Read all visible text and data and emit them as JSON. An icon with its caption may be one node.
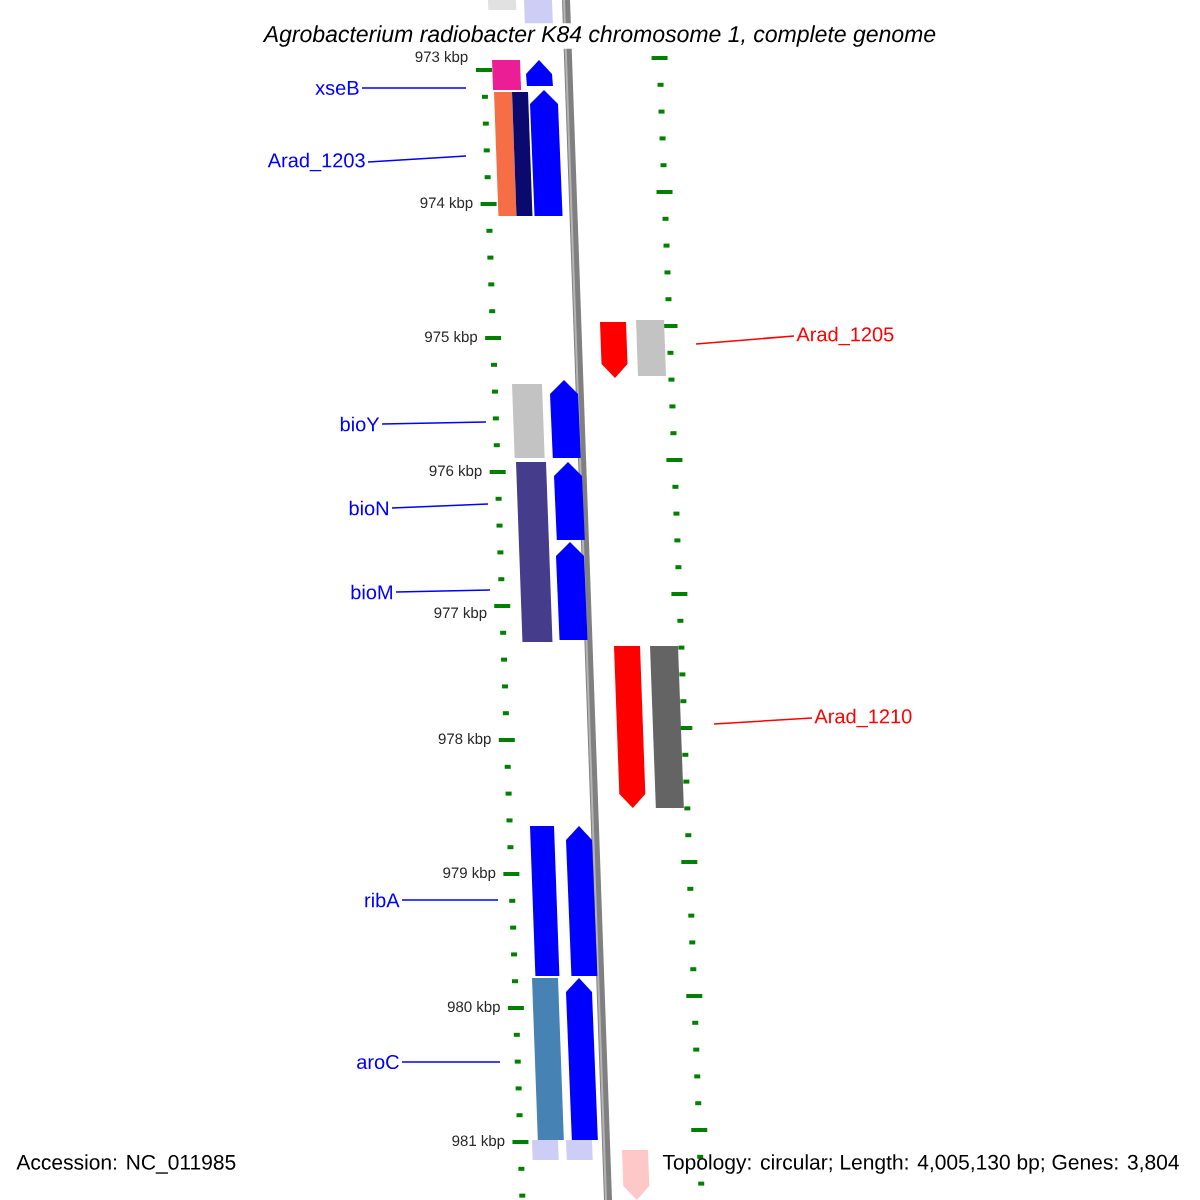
{
  "diagram": {
    "title": "*Agrobacterium radiobacter K84 chromosome 1, complete genome*",
    "nodes": [
      {
        "text": [
          "xseB"
        ]
      },
      {
        "text": [
          "Arad_1203"
        ]
      },
      {
        "text": [
          "Arad_1205"
        ]
      },
      {
        "text": [
          "bioY"
        ]
      },
      {
        "text": [
          "bioN"
        ]
      },
      {
        "text": [
          "bioM"
        ]
      },
      {
        "text": [
          "Arad_1210"
        ]
      },
      {
        "text": [
          "ribA"
        ]
      },
      {
        "text": [
          "aroC"
        ]
      }
    ],
    "edges": [
      {
        "from": 0,
        "to": null,
        "arrow": "none"
      },
      {
        "from": 1,
        "to": null,
        "arrow": "none"
      },
      {
        "from": 2,
        "to": null,
        "arrow": "none",
        "color": "#ff0000"
      },
      {
        "from": 3,
        "to": null,
        "arrow": "none"
      },
      {
        "from": 4,
        "to": null,
        "arrow": "none"
      },
      {
        "from": 5,
        "to": null,
        "arrow": "none"
      },
      {
        "from": 6,
        "to": null,
        "arrow": "none",
        "color": "#ff0000"
      },
      {
        "from": 7,
        "to": null,
        "arrow": "none"
      },
      {
        "from": 8,
        "to": null,
        "arrow": "none"
      }
    ],
    "labels": [
      "973 kbp",
      "974 kbp",
      "975 kbp",
      "976 kbp",
      "977 kbp",
      "978 kbp",
      "979 kbp",
      "980 kbp",
      "981 kbp",
      "Accession: NC_011985",
      "Topology: circular; Length: 4,005,130 bp; Genes: 3,804"
    ]
  }
}
